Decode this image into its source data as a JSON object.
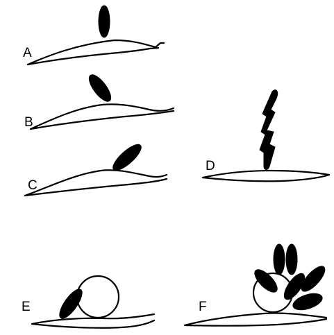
{
  "panels": [
    {
      "id": "A",
      "label": "A"
    },
    {
      "id": "B",
      "label": "B"
    },
    {
      "id": "C",
      "label": "C"
    },
    {
      "id": "D",
      "label": "D"
    },
    {
      "id": "E",
      "label": "E"
    },
    {
      "id": "F",
      "label": "F"
    }
  ]
}
